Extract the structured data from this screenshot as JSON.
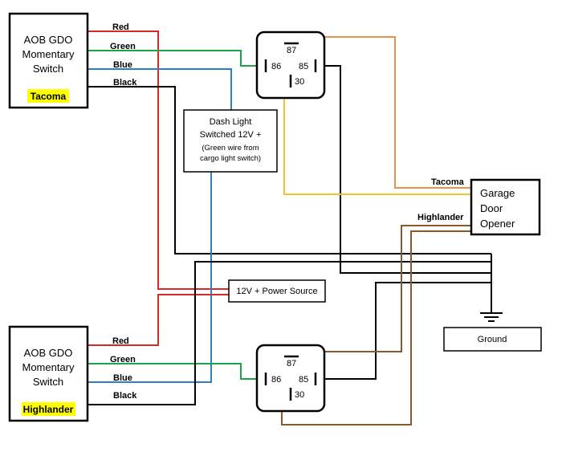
{
  "colors": {
    "red": "#d42a2a",
    "green": "#1aa54b",
    "blue": "#2f7fc0",
    "black": "#000000",
    "orange": "#e8914a",
    "yellow": "#f4c22a",
    "brown": "#8b5a2b",
    "highlight": "#ffff00"
  },
  "switch_tacoma": {
    "line1": "AOB GDO",
    "line2": "Momentary",
    "line3": "Switch",
    "tag": "Tacoma",
    "wires": {
      "red": "Red",
      "green": "Green",
      "blue": "Blue",
      "black": "Black"
    }
  },
  "switch_highlander": {
    "line1": "AOB GDO",
    "line2": "Momentary",
    "line3": "Switch",
    "tag": "Highlander",
    "wires": {
      "red": "Red",
      "green": "Green",
      "blue": "Blue",
      "black": "Black"
    }
  },
  "dash_light": {
    "line1": "Dash Light",
    "line2": "Switched 12V +",
    "line3": "(Green wire from",
    "line4": "cargo light switch)"
  },
  "power_source": {
    "label": "12V + Power Source"
  },
  "ground": {
    "label": "Ground"
  },
  "gdo": {
    "line1": "Garage",
    "line2": "Door",
    "line3": "Opener",
    "tacoma_label": "Tacoma",
    "highlander_label": "Highlander"
  },
  "relay_top": {
    "pin87": "87",
    "pin86": "86",
    "pin85": "85",
    "pin30": "30"
  },
  "relay_bottom": {
    "pin87": "87",
    "pin86": "86",
    "pin85": "85",
    "pin30": "30"
  }
}
